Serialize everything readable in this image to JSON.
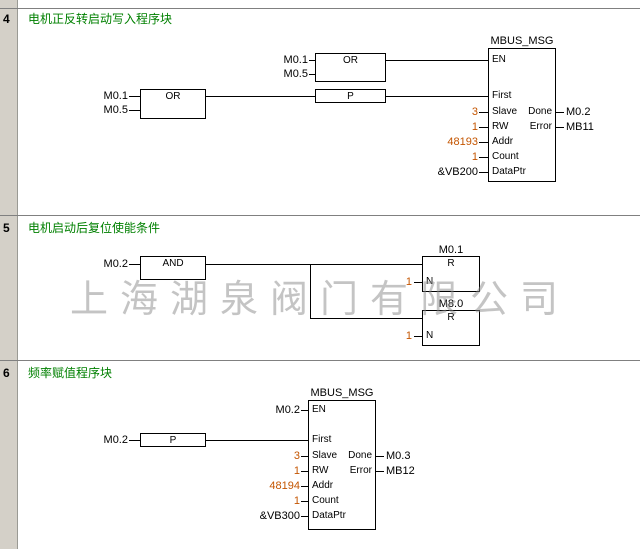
{
  "watermark": "上海湖泉阀门有限公司",
  "colors": {
    "comment_green": "#008000",
    "constant_orange": "#c45500",
    "wire_black": "#000000",
    "rail_gray": "#d4d0c8"
  },
  "net4": {
    "number": "4",
    "title": "电机正反转启动写入程序块",
    "or1": {
      "label": "OR",
      "in1": "M0.1",
      "in2": "M0.5"
    },
    "or2": {
      "label": "OR",
      "in1": "M0.1",
      "in2": "M0.5"
    },
    "p": {
      "label": "P"
    },
    "mbus": {
      "title": "MBUS_MSG",
      "pins_left": [
        "EN",
        "First",
        "Slave",
        "RW",
        "Addr",
        "Count",
        "DataPtr"
      ],
      "values": [
        "3",
        "1",
        "48193",
        "1",
        "&VB200"
      ],
      "pins_right": [
        "Done",
        "Error"
      ],
      "outputs": [
        "M0.2",
        "MB11"
      ]
    }
  },
  "net5": {
    "number": "5",
    "title": "电机启动后复位使能条件",
    "and": {
      "label": "AND",
      "in1": "M0.2"
    },
    "r1": {
      "operand": "M0.1",
      "label": "R",
      "pin": "N",
      "value": "1"
    },
    "r2": {
      "operand": "M8.0",
      "label": "R",
      "pin": "N",
      "value": "1"
    }
  },
  "net6": {
    "number": "6",
    "title": "频率赋值程序块",
    "p": {
      "label": "P",
      "in1": "M0.2"
    },
    "en_operand": "M0.2",
    "mbus": {
      "title": "MBUS_MSG",
      "pins_left": [
        "EN",
        "First",
        "Slave",
        "RW",
        "Addr",
        "Count",
        "DataPtr"
      ],
      "values": [
        "3",
        "1",
        "48194",
        "1",
        "&VB300"
      ],
      "pins_right": [
        "Done",
        "Error"
      ],
      "outputs": [
        "M0.3",
        "MB12"
      ]
    }
  }
}
